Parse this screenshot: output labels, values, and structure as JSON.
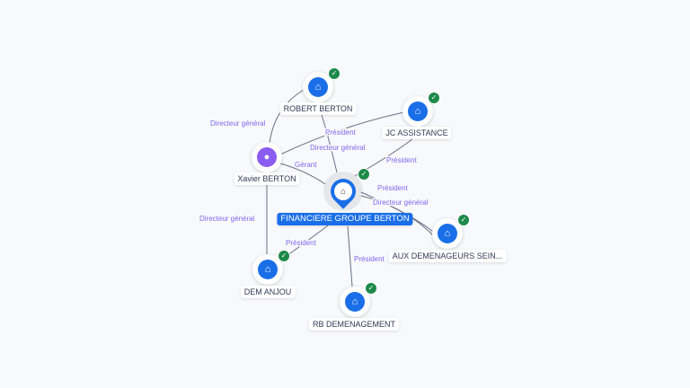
{
  "nodes": {
    "center": {
      "label": "FINANCIERE GROUPE BERTON",
      "icon": "company-icon",
      "verified": true
    },
    "robert": {
      "label": "ROBERT BERTON",
      "icon": "company-icon",
      "verified": true
    },
    "jc": {
      "label": "JC ASSISTANCE",
      "icon": "company-icon",
      "verified": true
    },
    "xavier": {
      "label": "Xavier BERTON",
      "icon": "person-icon"
    },
    "aux": {
      "label": "AUX DEMENAGEURS SEIN...",
      "icon": "company-icon",
      "verified": true
    },
    "dem": {
      "label": "DEM ANJOU",
      "icon": "company-icon",
      "verified": true
    },
    "rb": {
      "label": "RB DEMENAGEMENT",
      "icon": "company-icon",
      "verified": true
    }
  },
  "edges": {
    "xavier_robert": "Directeur général",
    "xavier_jc": "Directeur général",
    "center_robert": "Président",
    "center_jc": "Président",
    "xavier_center": "Gérant",
    "center_aux_dg": "Directeur général",
    "center_aux_p": "Président",
    "xavier_dem": "Directeur général",
    "center_dem": "Président",
    "center_rb": "Président"
  },
  "colors": {
    "accent": "#1a6fe8",
    "person": "#8a5cf0",
    "verified": "#1d8a4a",
    "edge_label": "#7b68ee"
  }
}
